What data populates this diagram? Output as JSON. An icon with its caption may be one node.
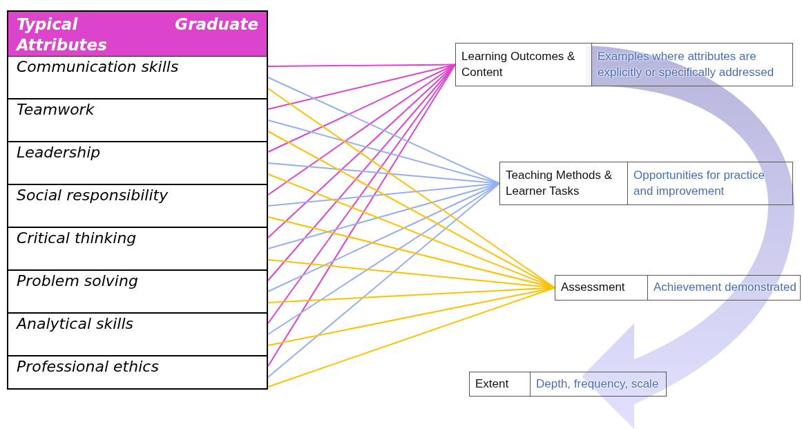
{
  "diagram": {
    "nodes": [
      {
        "text": [
          "Typical Graduate Attributes"
        ]
      },
      {
        "text": [
          "Communication skills"
        ]
      },
      {
        "text": [
          "Teamwork"
        ]
      },
      {
        "text": [
          "Leadership"
        ]
      },
      {
        "text": [
          "Social responsibility"
        ]
      },
      {
        "text": [
          "Critical thinking"
        ]
      },
      {
        "text": [
          "Problem solving"
        ]
      },
      {
        "text": [
          "Analytical skills"
        ]
      },
      {
        "text": [
          "Professional ethics"
        ]
      },
      {
        "text": [
          "Learning Outcomes & Content",
          "Examples where attributes are explicitly or specifically addressed"
        ]
      },
      {
        "text": [
          "Teaching Methods & Learner Tasks",
          "Opportunities for practice and improvement"
        ]
      },
      {
        "text": [
          "Assessment",
          "Achievement demonstrated"
        ]
      },
      {
        "text": [
          "Extent",
          "Depth, frequency, scale"
        ]
      }
    ],
    "edges": [
      {
        "from": 1,
        "to": 9,
        "arrow": "none",
        "color": "#dd44cc"
      },
      {
        "from": 2,
        "to": 9,
        "arrow": "none",
        "color": "#dd44cc"
      },
      {
        "from": 3,
        "to": 9,
        "arrow": "none",
        "color": "#dd44cc"
      },
      {
        "from": 4,
        "to": 9,
        "arrow": "none",
        "color": "#dd44cc"
      },
      {
        "from": 5,
        "to": 9,
        "arrow": "none",
        "color": "#dd44cc"
      },
      {
        "from": 6,
        "to": 9,
        "arrow": "none",
        "color": "#dd44cc"
      },
      {
        "from": 7,
        "to": 9,
        "arrow": "none",
        "color": "#dd44cc"
      },
      {
        "from": 8,
        "to": 9,
        "arrow": "none",
        "color": "#dd44cc"
      },
      {
        "from": 1,
        "to": 10,
        "arrow": "none",
        "color": "#94aef0"
      },
      {
        "from": 2,
        "to": 10,
        "arrow": "none",
        "color": "#94aef0"
      },
      {
        "from": 3,
        "to": 10,
        "arrow": "none",
        "color": "#94aef0"
      },
      {
        "from": 4,
        "to": 10,
        "arrow": "none",
        "color": "#94aef0"
      },
      {
        "from": 5,
        "to": 10,
        "arrow": "none",
        "color": "#94aef0"
      },
      {
        "from": 6,
        "to": 10,
        "arrow": "none",
        "color": "#94aef0"
      },
      {
        "from": 7,
        "to": 10,
        "arrow": "none",
        "color": "#94aef0"
      },
      {
        "from": 8,
        "to": 10,
        "arrow": "none",
        "color": "#94aef0"
      },
      {
        "from": 1,
        "to": 11,
        "arrow": "none",
        "color": "#ffc000"
      },
      {
        "from": 2,
        "to": 11,
        "arrow": "none",
        "color": "#ffc000"
      },
      {
        "from": 3,
        "to": 11,
        "arrow": "none",
        "color": "#ffc000"
      },
      {
        "from": 4,
        "to": 11,
        "arrow": "none",
        "color": "#ffc000"
      },
      {
        "from": 5,
        "to": 11,
        "arrow": "none",
        "color": "#ffc000"
      },
      {
        "from": 6,
        "to": 11,
        "arrow": "none",
        "color": "#ffc000"
      },
      {
        "from": 7,
        "to": 11,
        "arrow": "none",
        "color": "#ffc000"
      },
      {
        "from": 8,
        "to": 11,
        "arrow": "none",
        "color": "#ffc000"
      }
    ]
  }
}
